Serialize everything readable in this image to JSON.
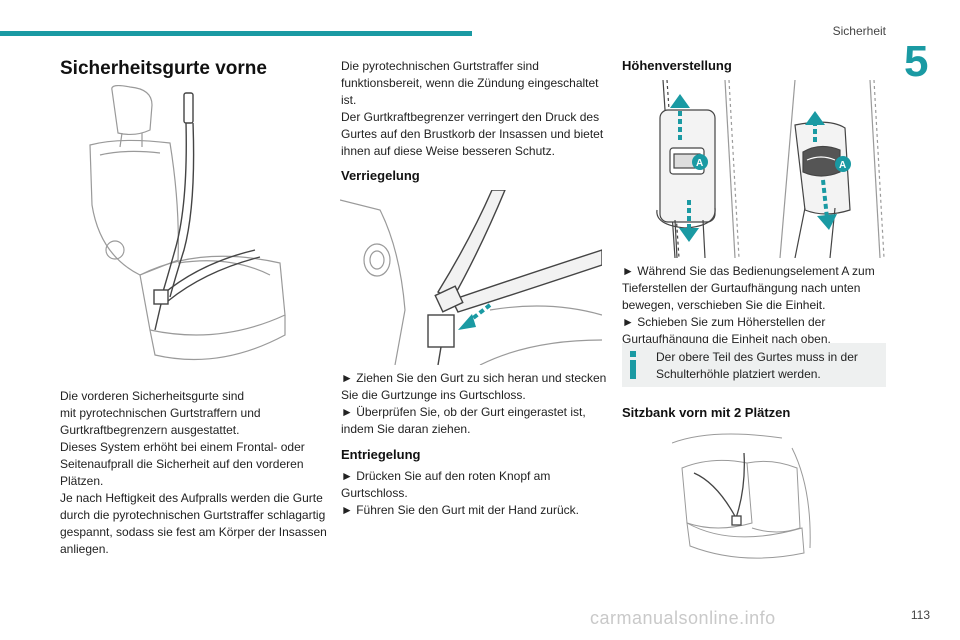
{
  "header": {
    "section": "Sicherheit",
    "chapter": "5"
  },
  "col1": {
    "title": "Sicherheitsgurte vorne",
    "para": [
      "Die vorderen Sicherheitsgurte sind",
      "mit pyrotechnischen Gurtstraffern und",
      "Gurtkraftbegrenzern ausgestattet.",
      "Dieses System erhöht bei einem Frontal- oder",
      "Seitenaufprall die Sicherheit auf den vorderen",
      "Plätzen.",
      "Je nach Heftigkeit des Aufpralls werden die Gurte",
      "durch die pyrotechnischen Gurtstraffer schlagartig",
      "gespannt, sodass sie fest am Körper der Insassen",
      "anliegen."
    ]
  },
  "col2": {
    "intro": [
      "Die pyrotechnischen Gurtstraffer sind",
      "funktionsbereit, wenn die Zündung eingeschaltet",
      "ist.",
      "Der Gurtkraftbegrenzer verringert den Druck des",
      "Gurtes auf den Brustkorb der Insassen und bietet",
      "ihnen auf diese Weise besseren Schutz."
    ],
    "lock_title": "Verriegelung",
    "lock_steps": [
      "►  Ziehen Sie den Gurt zu sich heran und stecken",
      "Sie die Gurtzunge ins Gurtschloss.",
      "►  Überprüfen Sie, ob der Gurt eingerastet ist,",
      "indem Sie daran ziehen."
    ],
    "unlock_title": "Entriegelung",
    "unlock_steps": [
      "►  Drücken Sie auf den roten Knopf am",
      "Gurtschloss.",
      "►  Führen Sie den Gurt mit der Hand zurück."
    ]
  },
  "col3": {
    "height_title": "Höhenverstellung",
    "label_a": "A",
    "height_steps": [
      "►  Während Sie das Bedienungselement A zum",
      "Tieferstellen der Gurtaufhängung nach unten",
      "bewegen, verschieben Sie die Einheit.",
      "►  Schieben Sie zum Höherstellen der",
      "Gurtaufhängung die Einheit nach oben."
    ],
    "note": [
      "Der obere Teil des Gurtes muss in der",
      "Schulterhöhle platziert werden."
    ],
    "bench_title": "Sitzbank vorn mit 2 Plätzen"
  },
  "footer": {
    "page": "113",
    "watermark": "carmanualsonline.info"
  },
  "colors": {
    "accent": "#1a9aa3",
    "note_bg": "#eef0f0"
  }
}
